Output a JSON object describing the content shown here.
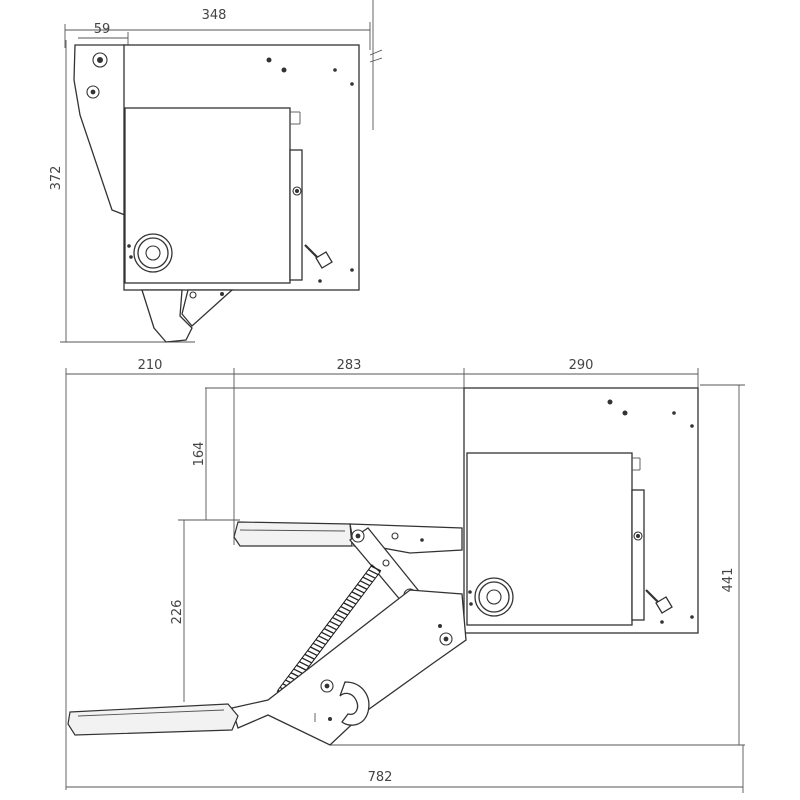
{
  "top_view": {
    "dims": {
      "width": "348",
      "offset": "59",
      "height": "372"
    }
  },
  "bottom_view": {
    "dims": {
      "left": "210",
      "middle": "283",
      "right": "290",
      "upper_height": "164",
      "lower_height": "226",
      "overall_height": "441",
      "overall_width": "782"
    }
  }
}
